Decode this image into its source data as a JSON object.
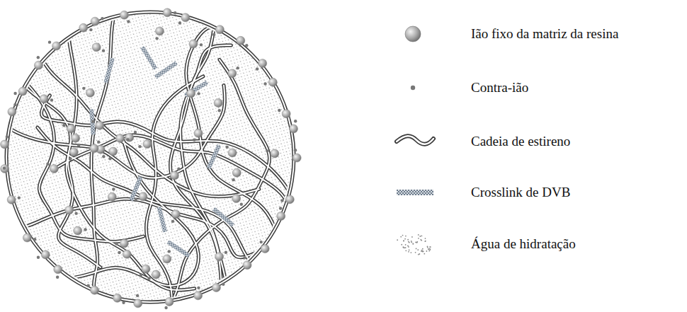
{
  "diagram": {
    "legend": [
      {
        "text": "Ião fixo da matriz da resina"
      },
      {
        "text": "Contra-ião"
      },
      {
        "text": "Cadeia de estireno"
      },
      {
        "text": "Crosslink de DVB"
      },
      {
        "text": "Água de hidratação"
      }
    ]
  }
}
